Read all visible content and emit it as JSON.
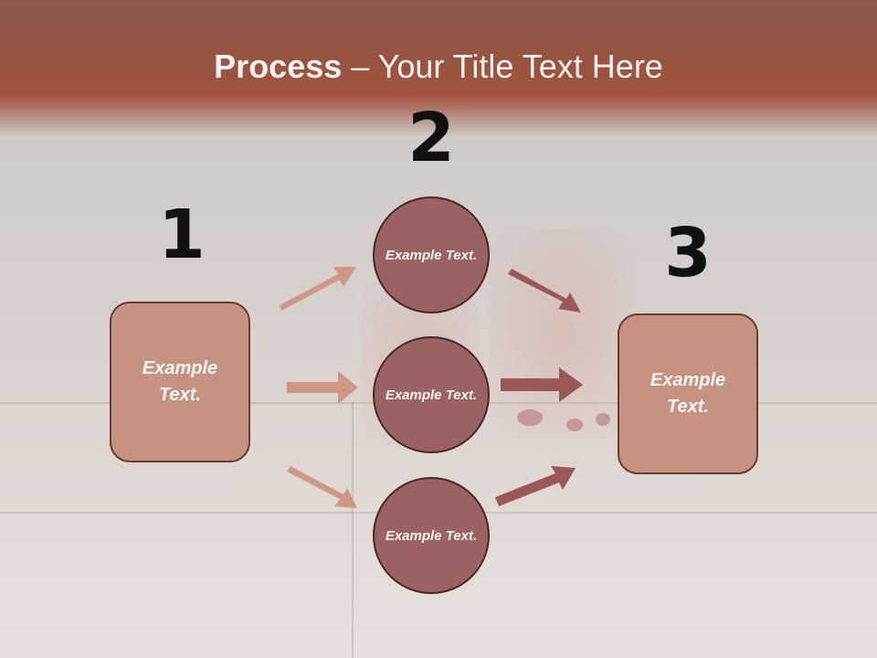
{
  "slide": {
    "title_bold": "Process",
    "title_rest": " – Your Title Text Here",
    "steps": [
      "1",
      "2",
      "3"
    ],
    "left_box": "Example Text.",
    "circles": [
      "Example Text.",
      "Example Text.",
      "Example Text."
    ],
    "right_box": "Example Text."
  },
  "colors": {
    "header": "#985440",
    "box_fill": "#c69382",
    "circle_fill": "#9a6262",
    "arrow_light": "#cf9786",
    "arrow_dark": "#9a5858"
  }
}
